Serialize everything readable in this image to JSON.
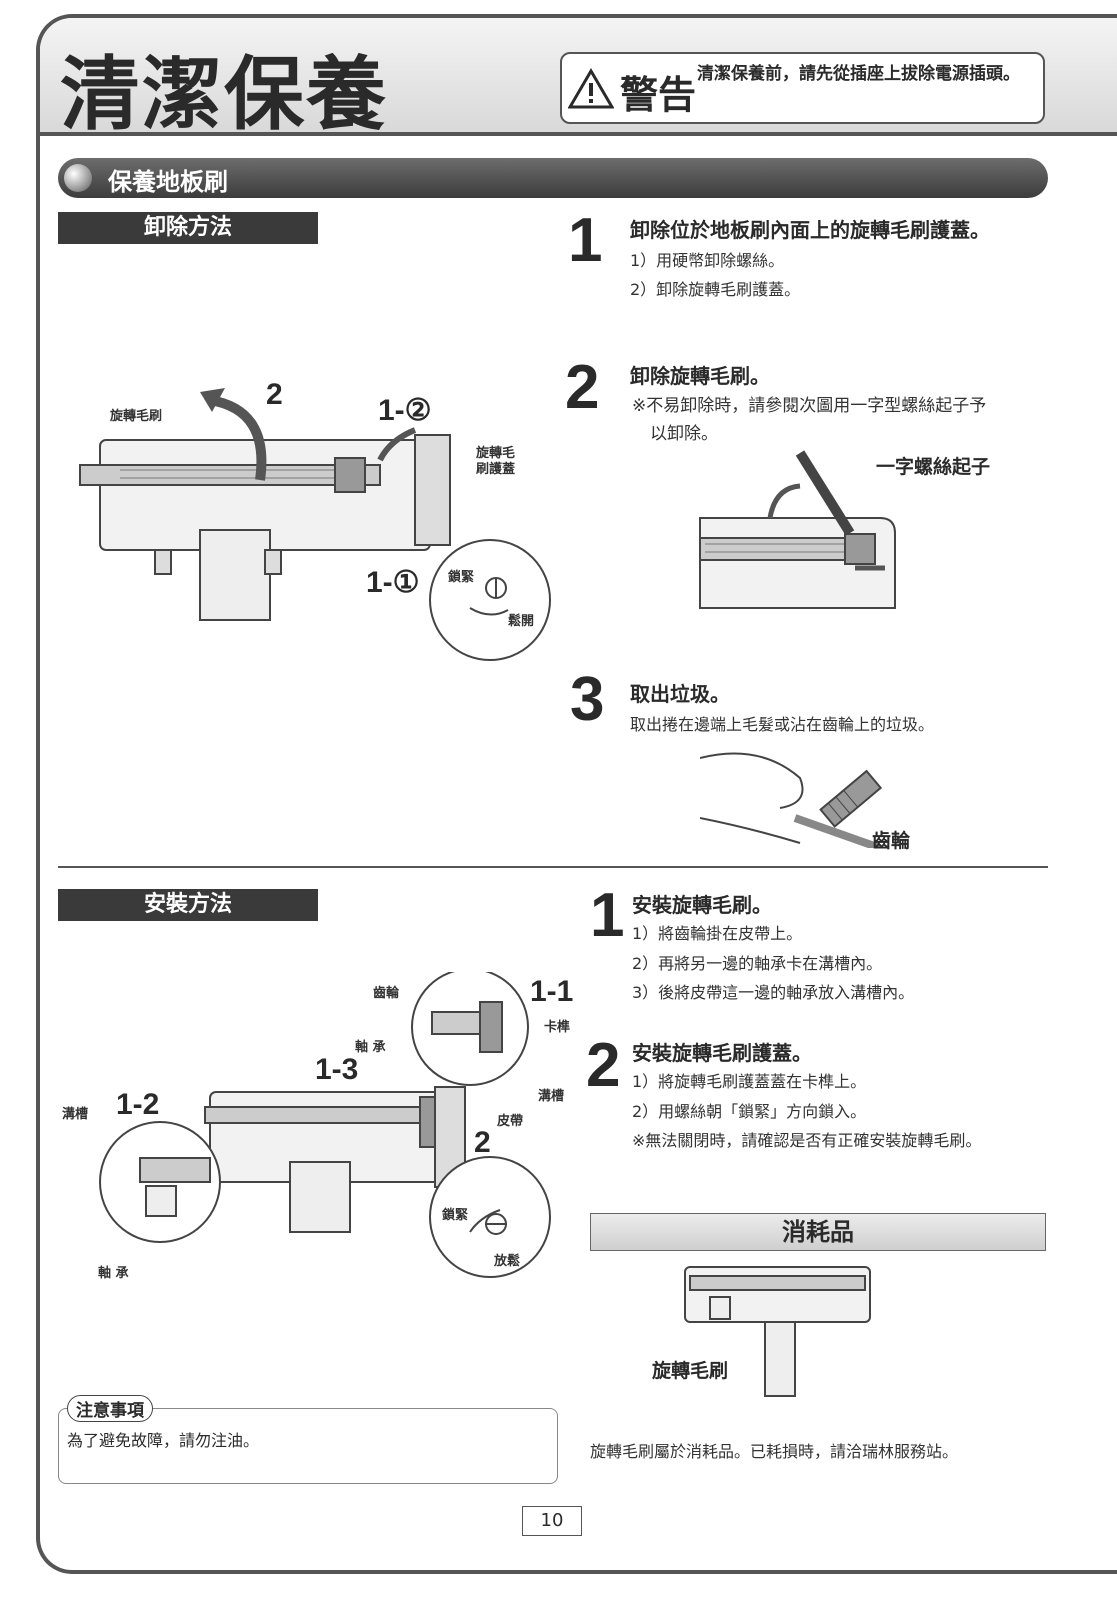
{
  "header": {
    "title": "清潔保養",
    "warning_label": "警告",
    "warning_text": "清潔保養前，請先從插座上拔除電源插頭。"
  },
  "section": {
    "title": "保養地板刷"
  },
  "removal": {
    "heading": "卸除方法",
    "steps": [
      {
        "num": "1",
        "title": "卸除位於地板刷內面上的旋轉毛刷護蓋。",
        "lines": [
          "1）用硬幣卸除螺絲。",
          "2）卸除旋轉毛刷護蓋。"
        ]
      },
      {
        "num": "2",
        "title": "卸除旋轉毛刷。",
        "lines": [
          "※不易卸除時，請參閱次圖用一字型螺絲起子予",
          "以卸除。"
        ]
      },
      {
        "num": "3",
        "title": "取出垃圾。",
        "lines": [
          "取出捲在邊端上毛髮或沾在齒輪上的垃圾。"
        ]
      }
    ],
    "diagram_labels": {
      "brush": "旋轉毛刷",
      "arrow2": "2",
      "step12": "1-②",
      "cover": "旋轉毛刷護蓋",
      "step11": "1-①",
      "tighten": "鎖緊",
      "loosen": "鬆開",
      "screwdriver": "一字螺絲起子",
      "gear": "齒輪"
    }
  },
  "install": {
    "heading": "安裝方法",
    "steps": [
      {
        "num": "1",
        "title": "安裝旋轉毛刷。",
        "lines": [
          "1）將齒輪掛在皮帶上。",
          "2）再將另一邊的軸承卡在溝槽內。",
          "3）後將皮帶這一邊的軸承放入溝槽內。"
        ]
      },
      {
        "num": "2",
        "title": "安裝旋轉毛刷護蓋。",
        "lines": [
          "1）將旋轉毛刷護蓋蓋在卡榫上。",
          "2）用螺絲朝「鎖緊」方向鎖入。",
          "※無法關閉時，請確認是否有正確安裝旋轉毛刷。"
        ]
      }
    ],
    "diagram_labels": {
      "gear": "齒輪",
      "step1_1": "1-1",
      "latch": "卡榫",
      "bearing_top": "軸 承",
      "step1_3": "1-3",
      "groove_right": "溝槽",
      "groove_left": "溝槽",
      "step1_2": "1-2",
      "belt": "皮帶",
      "step2": "2",
      "tighten": "鎖緊",
      "loosen": "放鬆",
      "bearing_bottom": "軸 承"
    }
  },
  "consumables": {
    "heading": "消耗品",
    "item_label": "旋轉毛刷",
    "text": "旋轉毛刷屬於消耗品。已耗損時，請洽瑞林服務站。"
  },
  "caution": {
    "tag": "注意事項",
    "text": "為了避免故障，請勿注油。"
  },
  "page_number": "10"
}
